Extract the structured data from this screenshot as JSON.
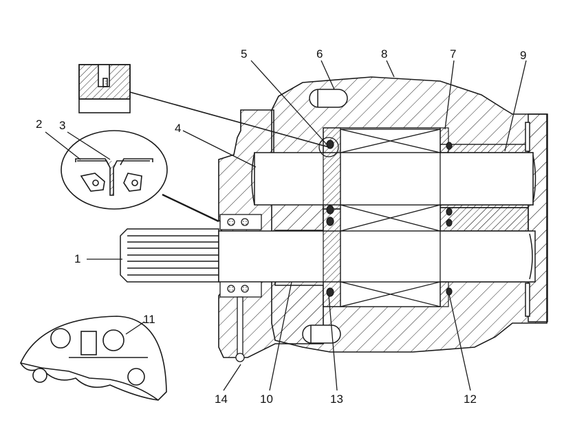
{
  "callouts": {
    "c1": "1",
    "c2": "2",
    "c3": "3",
    "c4": "4",
    "c5": "5",
    "c6": "6",
    "c7": "7",
    "c8": "8",
    "c9": "9",
    "c10": "10",
    "c11": "11",
    "c12": "12",
    "c13": "13",
    "c14": "14"
  },
  "colors": {
    "line": "#1a1a1a",
    "paper": "#ffffff"
  }
}
